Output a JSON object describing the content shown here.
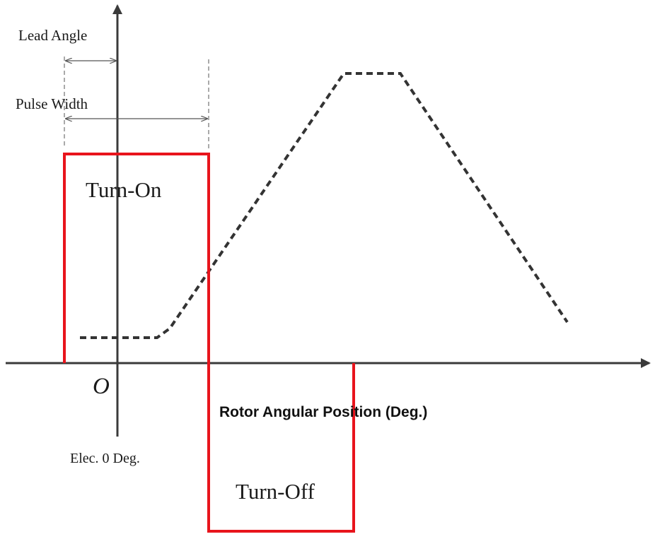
{
  "labels": {
    "lead_angle": "Lead Angle",
    "pulse_width": "Pulse Width",
    "turn_on": "Turn-On",
    "turn_off": "Turn-Off",
    "origin": "O",
    "x_axis": "Rotor Angular Position (Deg.)",
    "elec_zero": "Elec. 0 Deg."
  },
  "colors": {
    "pulse": "#e8141c",
    "profile": "#333333",
    "axis": "#3a3a3a",
    "guide": "#555555"
  }
}
